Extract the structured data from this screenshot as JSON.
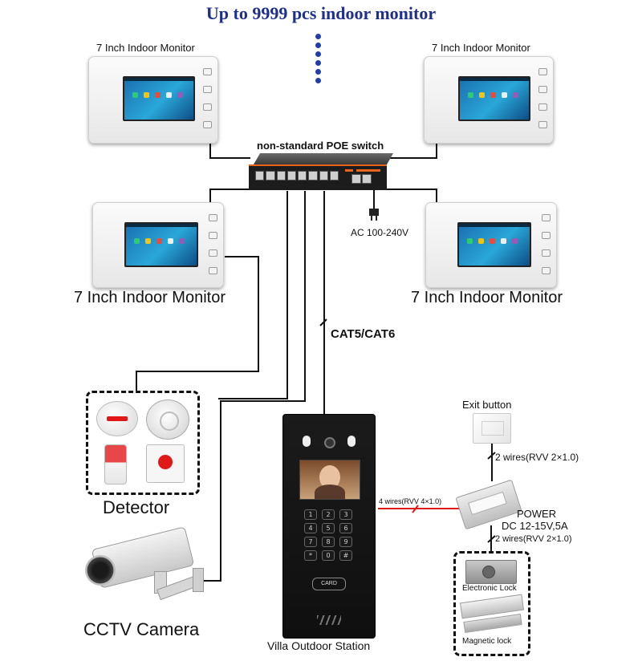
{
  "title": "Up to 9999 pcs indoor monitor",
  "monitors": {
    "top_left_label": "7 Inch Indoor Monitor",
    "top_right_label": "7 Inch Indoor Monitor",
    "bottom_left_label": "7 Inch Indoor Monitor",
    "bottom_right_label": "7 Inch Indoor Monitor"
  },
  "switch": {
    "label": "non-standard POE switch",
    "power_label": "AC 100-240V"
  },
  "cable_label": "CAT5/CAT6",
  "detector_label": "Detector",
  "camera_label": "CCTV Camera",
  "station": {
    "label": "Villa Outdoor Station",
    "wires_label": "4 wires(RVV 4×1.0)",
    "card_text": "CARD",
    "keys": [
      "1",
      "2",
      "3",
      "4",
      "5",
      "6",
      "7",
      "8",
      "9",
      "*",
      "0",
      "#"
    ]
  },
  "exit_button_label": "Exit button",
  "exit_wires_label": "2 wires(RVV 2×1.0)",
  "power": {
    "title": "POWER",
    "spec": "DC 12-15V,5A",
    "wires_label": "2 wires(RVV 2×1.0)"
  },
  "locks": {
    "electronic_label": "Electronic Lock",
    "magnetic_label": "Magnetic lock"
  },
  "colors": {
    "title": "#1e2f8f",
    "wire_red": "#e01818",
    "switch_accent": "#e8641c"
  }
}
